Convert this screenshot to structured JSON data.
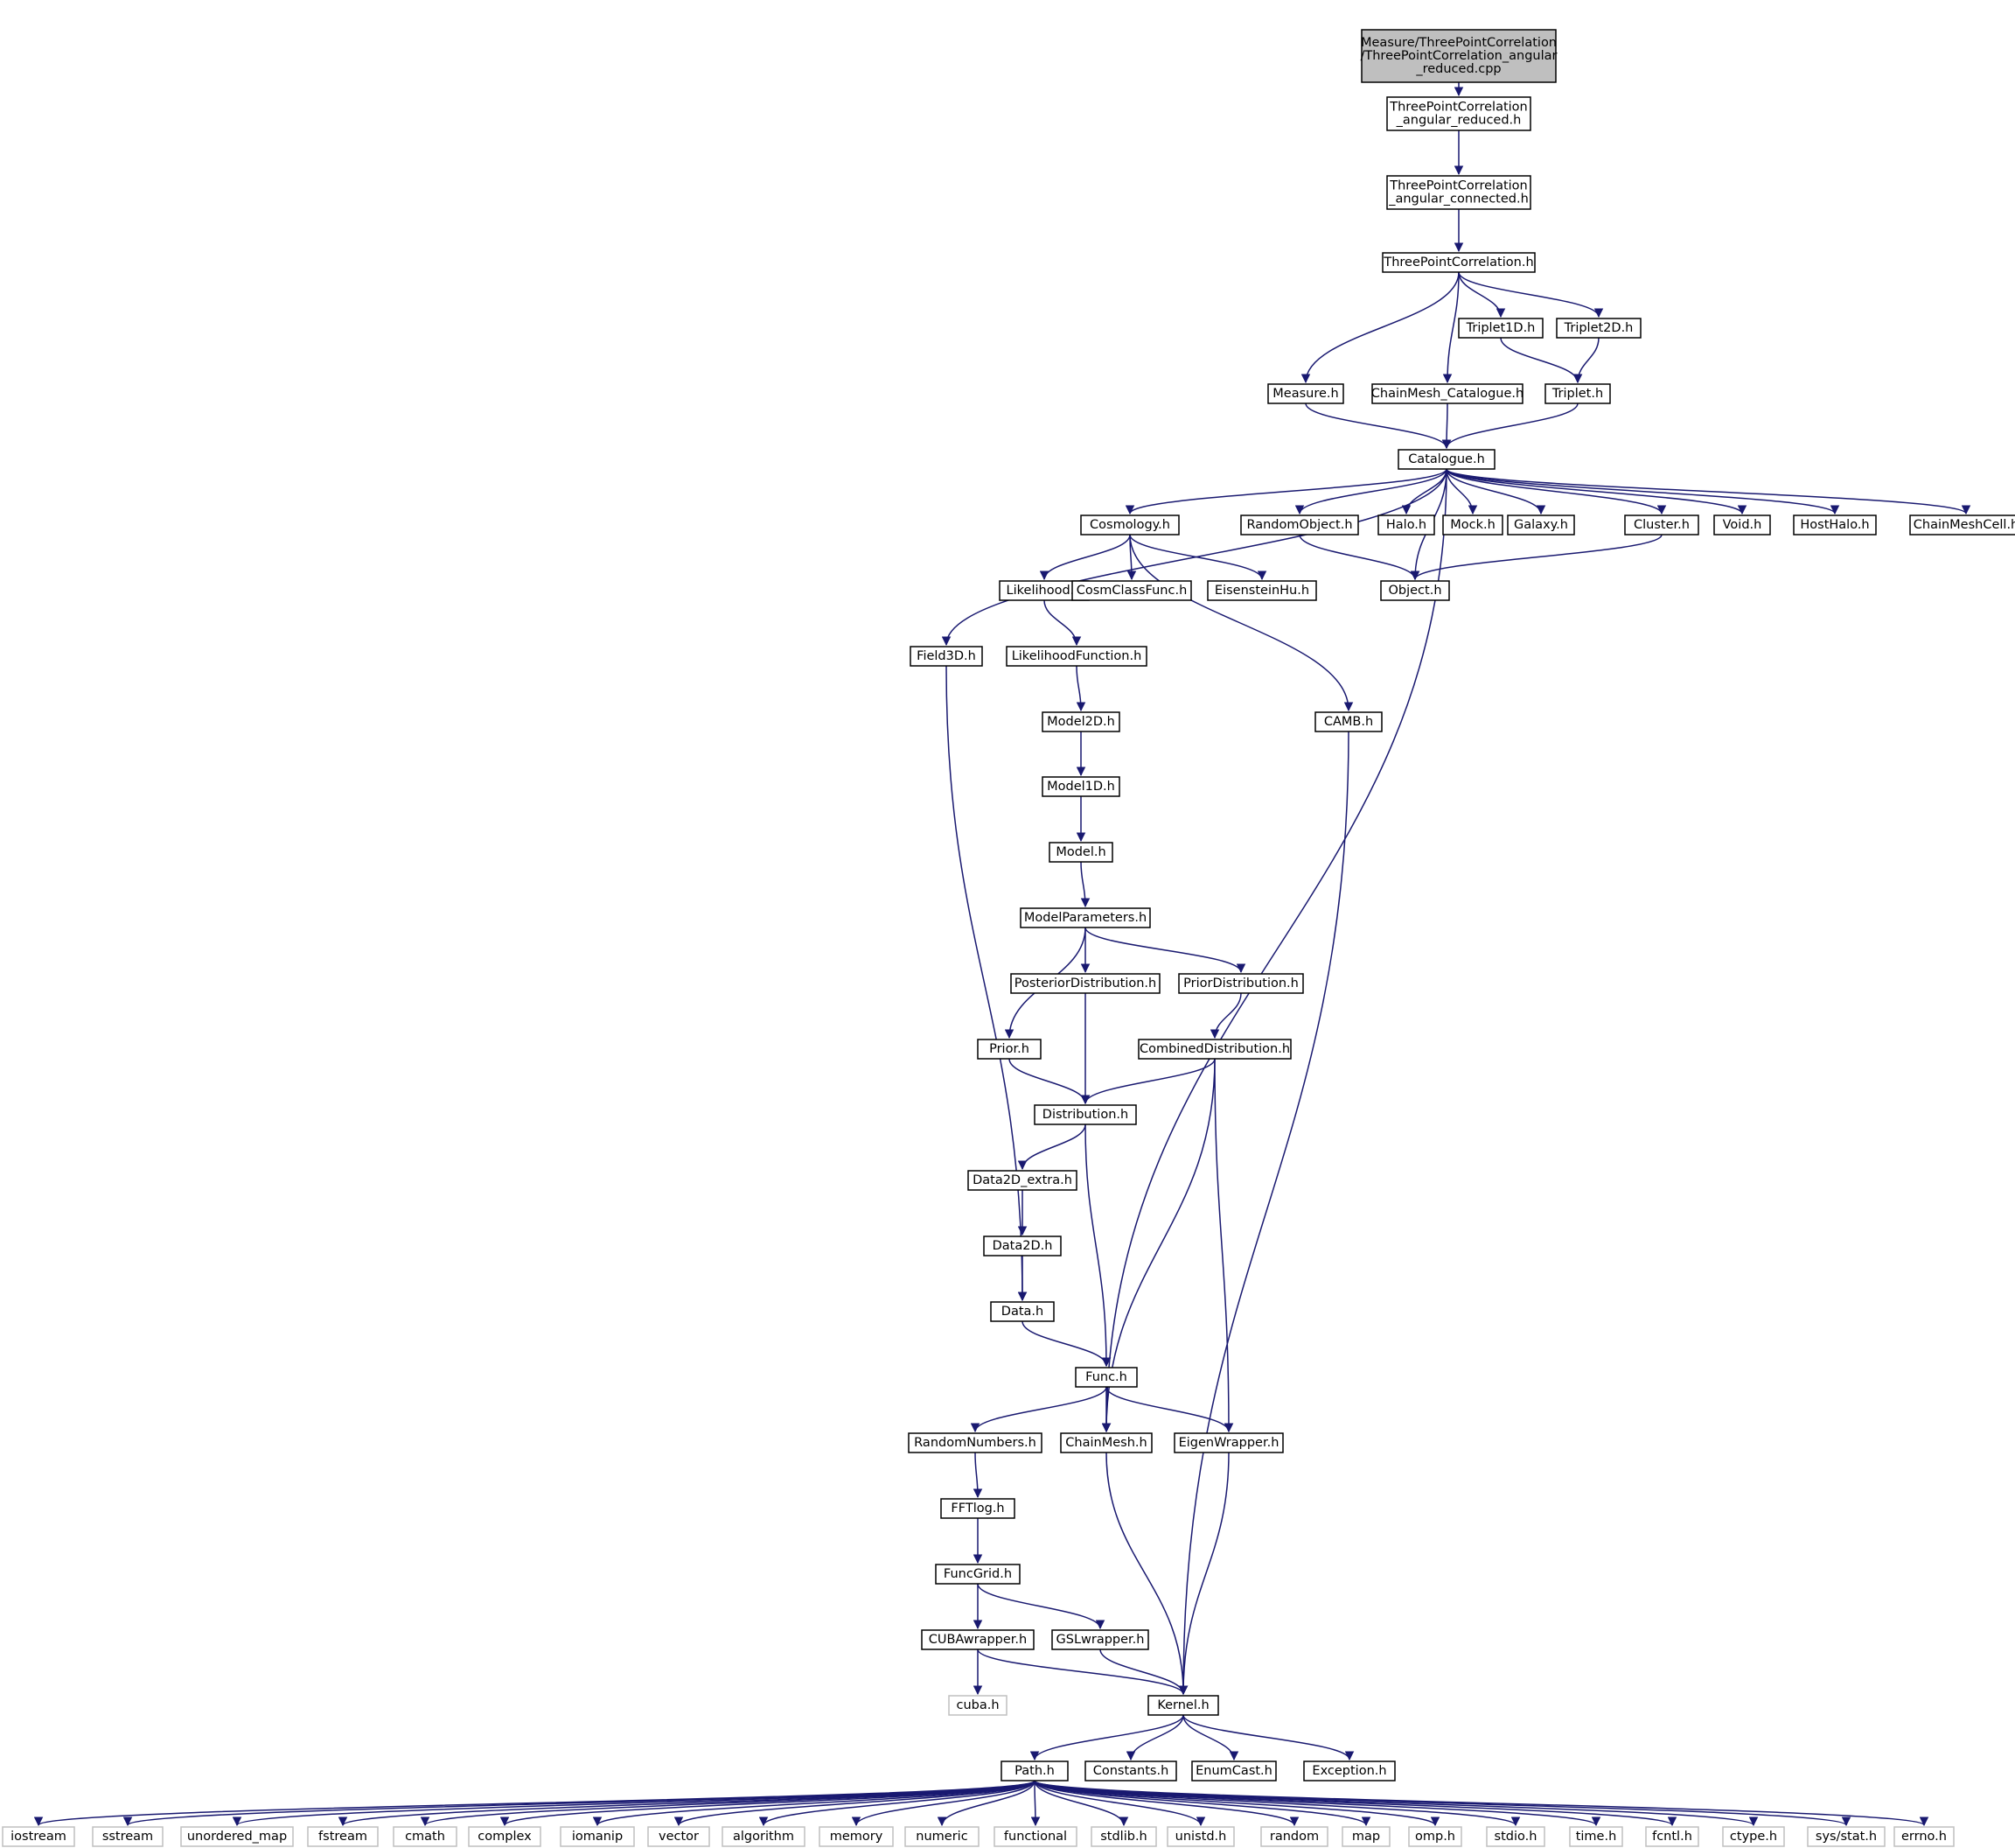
{
  "colors": {
    "edge": "#191970",
    "root_fill": "#bfbfbf",
    "external_border": "#bfbfbf",
    "node_border": "#000000"
  },
  "nodes": [
    {
      "id": "root",
      "lines": [
        "Measure/ThreePointCorrelation",
        "/ThreePointCorrelation_angular",
        "_reduced.cpp"
      ],
      "kind": "root"
    },
    {
      "id": "tpcar",
      "lines": [
        "ThreePointCorrelation",
        "_angular_reduced.h"
      ]
    },
    {
      "id": "tpcac",
      "lines": [
        "ThreePointCorrelation",
        "_angular_connected.h"
      ]
    },
    {
      "id": "tpc",
      "lines": [
        "ThreePointCorrelation.h"
      ]
    },
    {
      "id": "measure",
      "lines": [
        "Measure.h"
      ]
    },
    {
      "id": "cmcat",
      "lines": [
        "ChainMesh_Catalogue.h"
      ]
    },
    {
      "id": "t1d",
      "lines": [
        "Triplet1D.h"
      ]
    },
    {
      "id": "t2d",
      "lines": [
        "Triplet2D.h"
      ]
    },
    {
      "id": "triplet",
      "lines": [
        "Triplet.h"
      ]
    },
    {
      "id": "catalogue",
      "lines": [
        "Catalogue.h"
      ]
    },
    {
      "id": "cosmology",
      "lines": [
        "Cosmology.h"
      ]
    },
    {
      "id": "randobj",
      "lines": [
        "RandomObject.h"
      ]
    },
    {
      "id": "halo",
      "lines": [
        "Halo.h"
      ]
    },
    {
      "id": "mock",
      "lines": [
        "Mock.h"
      ]
    },
    {
      "id": "galaxy",
      "lines": [
        "Galaxy.h"
      ]
    },
    {
      "id": "cluster",
      "lines": [
        "Cluster.h"
      ]
    },
    {
      "id": "void",
      "lines": [
        "Void.h"
      ]
    },
    {
      "id": "hosthalo",
      "lines": [
        "HostHalo.h"
      ]
    },
    {
      "id": "cmcell",
      "lines": [
        "ChainMeshCell.h"
      ]
    },
    {
      "id": "likelihood",
      "lines": [
        "Likelihood.h"
      ]
    },
    {
      "id": "cosmclass",
      "lines": [
        "CosmClassFunc.h"
      ]
    },
    {
      "id": "eisenstein",
      "lines": [
        "EisensteinHu.h"
      ]
    },
    {
      "id": "object",
      "lines": [
        "Object.h"
      ]
    },
    {
      "id": "field3d",
      "lines": [
        "Field3D.h"
      ]
    },
    {
      "id": "likefunc",
      "lines": [
        "LikelihoodFunction.h"
      ]
    },
    {
      "id": "camb",
      "lines": [
        "CAMB.h"
      ]
    },
    {
      "id": "model2d",
      "lines": [
        "Model2D.h"
      ]
    },
    {
      "id": "model1d",
      "lines": [
        "Model1D.h"
      ]
    },
    {
      "id": "model",
      "lines": [
        "Model.h"
      ]
    },
    {
      "id": "modelparams",
      "lines": [
        "ModelParameters.h"
      ]
    },
    {
      "id": "posterior",
      "lines": [
        "PosteriorDistribution.h"
      ]
    },
    {
      "id": "priordist",
      "lines": [
        "PriorDistribution.h"
      ]
    },
    {
      "id": "prior",
      "lines": [
        "Prior.h"
      ]
    },
    {
      "id": "combined",
      "lines": [
        "CombinedDistribution.h"
      ]
    },
    {
      "id": "distribution",
      "lines": [
        "Distribution.h"
      ]
    },
    {
      "id": "data2dextra",
      "lines": [
        "Data2D_extra.h"
      ]
    },
    {
      "id": "data2d",
      "lines": [
        "Data2D.h"
      ]
    },
    {
      "id": "data",
      "lines": [
        "Data.h"
      ]
    },
    {
      "id": "func",
      "lines": [
        "Func.h"
      ]
    },
    {
      "id": "randnum",
      "lines": [
        "RandomNumbers.h"
      ]
    },
    {
      "id": "chainmesh",
      "lines": [
        "ChainMesh.h"
      ]
    },
    {
      "id": "eigen",
      "lines": [
        "EigenWrapper.h"
      ]
    },
    {
      "id": "fftlog",
      "lines": [
        "FFTlog.h"
      ]
    },
    {
      "id": "funcgrid",
      "lines": [
        "FuncGrid.h"
      ]
    },
    {
      "id": "cuba",
      "lines": [
        "CUBAwrapper.h"
      ]
    },
    {
      "id": "gsl",
      "lines": [
        "GSLwrapper.h"
      ]
    },
    {
      "id": "cubah",
      "lines": [
        "cuba.h"
      ],
      "kind": "ext"
    },
    {
      "id": "kernel",
      "lines": [
        "Kernel.h"
      ]
    },
    {
      "id": "path",
      "lines": [
        "Path.h"
      ]
    },
    {
      "id": "constants",
      "lines": [
        "Constants.h"
      ]
    },
    {
      "id": "enumcast",
      "lines": [
        "EnumCast.h"
      ]
    },
    {
      "id": "exception",
      "lines": [
        "Exception.h"
      ]
    },
    {
      "id": "iostream",
      "lines": [
        "iostream"
      ],
      "kind": "ext"
    },
    {
      "id": "sstream",
      "lines": [
        "sstream"
      ],
      "kind": "ext"
    },
    {
      "id": "unordered_map",
      "lines": [
        "unordered_map"
      ],
      "kind": "ext"
    },
    {
      "id": "fstream",
      "lines": [
        "fstream"
      ],
      "kind": "ext"
    },
    {
      "id": "cmath",
      "lines": [
        "cmath"
      ],
      "kind": "ext"
    },
    {
      "id": "complex",
      "lines": [
        "complex"
      ],
      "kind": "ext"
    },
    {
      "id": "iomanip",
      "lines": [
        "iomanip"
      ],
      "kind": "ext"
    },
    {
      "id": "vector",
      "lines": [
        "vector"
      ],
      "kind": "ext"
    },
    {
      "id": "algorithm",
      "lines": [
        "algorithm"
      ],
      "kind": "ext"
    },
    {
      "id": "memory",
      "lines": [
        "memory"
      ],
      "kind": "ext"
    },
    {
      "id": "numeric",
      "lines": [
        "numeric"
      ],
      "kind": "ext"
    },
    {
      "id": "functional",
      "lines": [
        "functional"
      ],
      "kind": "ext"
    },
    {
      "id": "stdlib",
      "lines": [
        "stdlib.h"
      ],
      "kind": "ext"
    },
    {
      "id": "unistd",
      "lines": [
        "unistd.h"
      ],
      "kind": "ext"
    },
    {
      "id": "random",
      "lines": [
        "random"
      ],
      "kind": "ext"
    },
    {
      "id": "map",
      "lines": [
        "map"
      ],
      "kind": "ext"
    },
    {
      "id": "omp",
      "lines": [
        "omp.h"
      ],
      "kind": "ext"
    },
    {
      "id": "stdio",
      "lines": [
        "stdio.h"
      ],
      "kind": "ext"
    },
    {
      "id": "time",
      "lines": [
        "time.h"
      ],
      "kind": "ext"
    },
    {
      "id": "fcntl",
      "lines": [
        "fcntl.h"
      ],
      "kind": "ext"
    },
    {
      "id": "ctype",
      "lines": [
        "ctype.h"
      ],
      "kind": "ext"
    },
    {
      "id": "sysstat",
      "lines": [
        "sys/stat.h"
      ],
      "kind": "ext"
    },
    {
      "id": "errno",
      "lines": [
        "errno.h"
      ],
      "kind": "ext"
    }
  ],
  "edges": [
    [
      "root",
      "tpcar"
    ],
    [
      "tpcar",
      "tpcac"
    ],
    [
      "tpcac",
      "tpc"
    ],
    [
      "tpc",
      "measure"
    ],
    [
      "tpc",
      "cmcat"
    ],
    [
      "tpc",
      "t1d"
    ],
    [
      "tpc",
      "t2d"
    ],
    [
      "t1d",
      "triplet"
    ],
    [
      "t2d",
      "triplet"
    ],
    [
      "measure",
      "catalogue"
    ],
    [
      "cmcat",
      "catalogue"
    ],
    [
      "triplet",
      "catalogue"
    ],
    [
      "catalogue",
      "field3d"
    ],
    [
      "catalogue",
      "chainmesh"
    ],
    [
      "catalogue",
      "cosmology"
    ],
    [
      "catalogue",
      "object"
    ],
    [
      "catalogue",
      "randobj"
    ],
    [
      "catalogue",
      "halo"
    ],
    [
      "catalogue",
      "mock"
    ],
    [
      "catalogue",
      "galaxy"
    ],
    [
      "catalogue",
      "cluster"
    ],
    [
      "catalogue",
      "void"
    ],
    [
      "catalogue",
      "hosthalo"
    ],
    [
      "catalogue",
      "cmcell"
    ],
    [
      "cosmology",
      "likelihood"
    ],
    [
      "cosmology",
      "cosmclass"
    ],
    [
      "cosmology",
      "eisenstein"
    ],
    [
      "cosmology",
      "camb"
    ],
    [
      "randobj",
      "object"
    ],
    [
      "cluster",
      "object"
    ],
    [
      "likelihood",
      "likefunc"
    ],
    [
      "likefunc",
      "model2d"
    ],
    [
      "model2d",
      "model1d"
    ],
    [
      "model1d",
      "model"
    ],
    [
      "model",
      "modelparams"
    ],
    [
      "modelparams",
      "prior"
    ],
    [
      "modelparams",
      "posterior"
    ],
    [
      "modelparams",
      "priordist"
    ],
    [
      "priordist",
      "combined"
    ],
    [
      "prior",
      "distribution"
    ],
    [
      "posterior",
      "distribution"
    ],
    [
      "combined",
      "distribution"
    ],
    [
      "combined",
      "chainmesh"
    ],
    [
      "combined",
      "eigen"
    ],
    [
      "distribution",
      "data2dextra"
    ],
    [
      "distribution",
      "func"
    ],
    [
      "data2dextra",
      "data2d"
    ],
    [
      "data2d",
      "data"
    ],
    [
      "field3d",
      "data"
    ],
    [
      "data",
      "func"
    ],
    [
      "func",
      "randnum"
    ],
    [
      "func",
      "chainmesh"
    ],
    [
      "func",
      "eigen"
    ],
    [
      "randnum",
      "fftlog"
    ],
    [
      "fftlog",
      "funcgrid"
    ],
    [
      "funcgrid",
      "cuba"
    ],
    [
      "funcgrid",
      "gsl"
    ],
    [
      "cuba",
      "cubah"
    ],
    [
      "cuba",
      "kernel"
    ],
    [
      "gsl",
      "kernel"
    ],
    [
      "chainmesh",
      "kernel"
    ],
    [
      "eigen",
      "kernel"
    ],
    [
      "camb",
      "kernel"
    ],
    [
      "kernel",
      "path"
    ],
    [
      "kernel",
      "constants"
    ],
    [
      "kernel",
      "enumcast"
    ],
    [
      "kernel",
      "exception"
    ],
    [
      "path",
      "iostream"
    ],
    [
      "path",
      "sstream"
    ],
    [
      "path",
      "unordered_map"
    ],
    [
      "path",
      "fstream"
    ],
    [
      "path",
      "cmath"
    ],
    [
      "path",
      "complex"
    ],
    [
      "path",
      "iomanip"
    ],
    [
      "path",
      "vector"
    ],
    [
      "path",
      "algorithm"
    ],
    [
      "path",
      "memory"
    ],
    [
      "path",
      "numeric"
    ],
    [
      "path",
      "functional"
    ],
    [
      "path",
      "stdlib"
    ],
    [
      "path",
      "unistd"
    ],
    [
      "path",
      "random"
    ],
    [
      "path",
      "map"
    ],
    [
      "path",
      "omp"
    ],
    [
      "path",
      "stdio"
    ],
    [
      "path",
      "time"
    ],
    [
      "path",
      "fcntl"
    ],
    [
      "path",
      "ctype"
    ],
    [
      "path",
      "sysstat"
    ],
    [
      "path",
      "errno"
    ]
  ]
}
